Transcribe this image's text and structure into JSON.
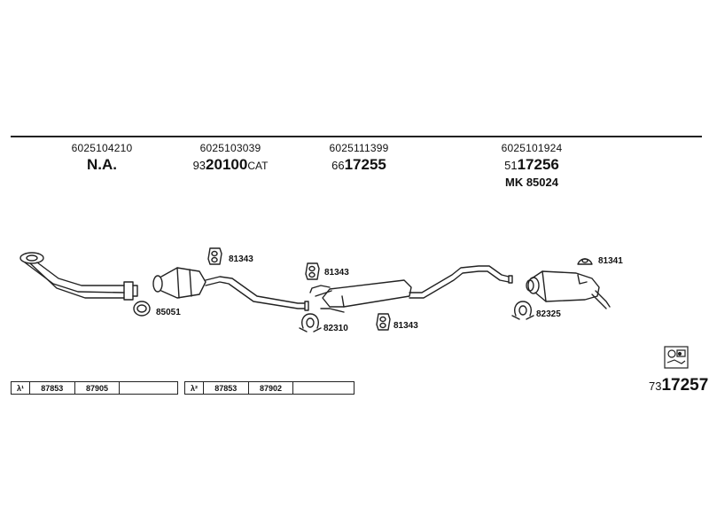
{
  "columns": [
    {
      "code": "6025104210",
      "main": "N.A.",
      "prefix": "",
      "suffix": "",
      "extra": ""
    },
    {
      "code": "6025103039",
      "main": "20100",
      "prefix": "93",
      "suffix": "CAT",
      "extra": ""
    },
    {
      "code": "6025111399",
      "main": "17255",
      "prefix": "66",
      "suffix": "",
      "extra": ""
    },
    {
      "code": "6025101924",
      "main": "17256",
      "prefix": "51",
      "suffix": "",
      "extra": "MK  85024"
    }
  ],
  "part_labels": {
    "gasket_85051": "85051",
    "rubber_81343_a": "81343",
    "rubber_81343_b": "81343",
    "rubber_81343_c": "81343",
    "clamp_82310": "82310",
    "clamp_82325": "82325",
    "bracket_81341": "81341"
  },
  "lambda_tables": [
    {
      "symbol": "λ¹",
      "values": [
        "87853",
        "87905",
        ""
      ]
    },
    {
      "symbol": "λ²",
      "values": [
        "87853",
        "87902",
        ""
      ]
    }
  ],
  "reference": {
    "prefix": "73",
    "number": "17257"
  },
  "icon": "exploded-parts-icon"
}
